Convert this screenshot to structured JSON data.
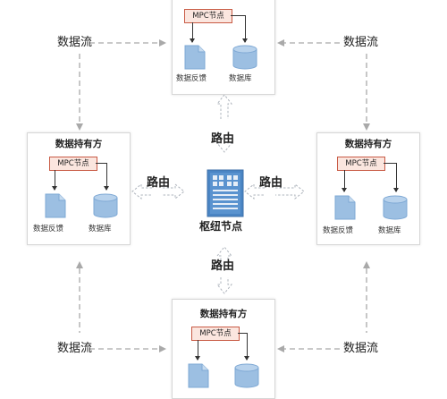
{
  "parties": {
    "top": {
      "title": "",
      "mpc": "MPC节点",
      "doc": "数据反馈",
      "db": "数据库"
    },
    "left": {
      "title": "数据持有方",
      "mpc": "MPC节点",
      "doc": "数据反馈",
      "db": "数据库"
    },
    "right": {
      "title": "数据持有方",
      "mpc": "MPC节点",
      "doc": "数据反馈",
      "db": "数据库"
    },
    "bottom": {
      "title": "数据持有方",
      "mpc": "MPC节点",
      "doc": "",
      "db": ""
    }
  },
  "hub": {
    "label": "枢纽节点"
  },
  "routes": {
    "top": "路由",
    "left": "路由",
    "right": "路由",
    "bottom": "路由"
  },
  "flows": {
    "tl": "数据流",
    "tr": "数据流",
    "bl": "数据流",
    "br": "数据流"
  },
  "colors": {
    "icon_blue": "#9cbfe2",
    "icon_blue_dark": "#7ea8d4",
    "mpc_fill": "#fbe6df",
    "mpc_border": "#c85a44",
    "dashed_arrow": "#a9a9a9",
    "hub_dark": "#4a85c4"
  }
}
